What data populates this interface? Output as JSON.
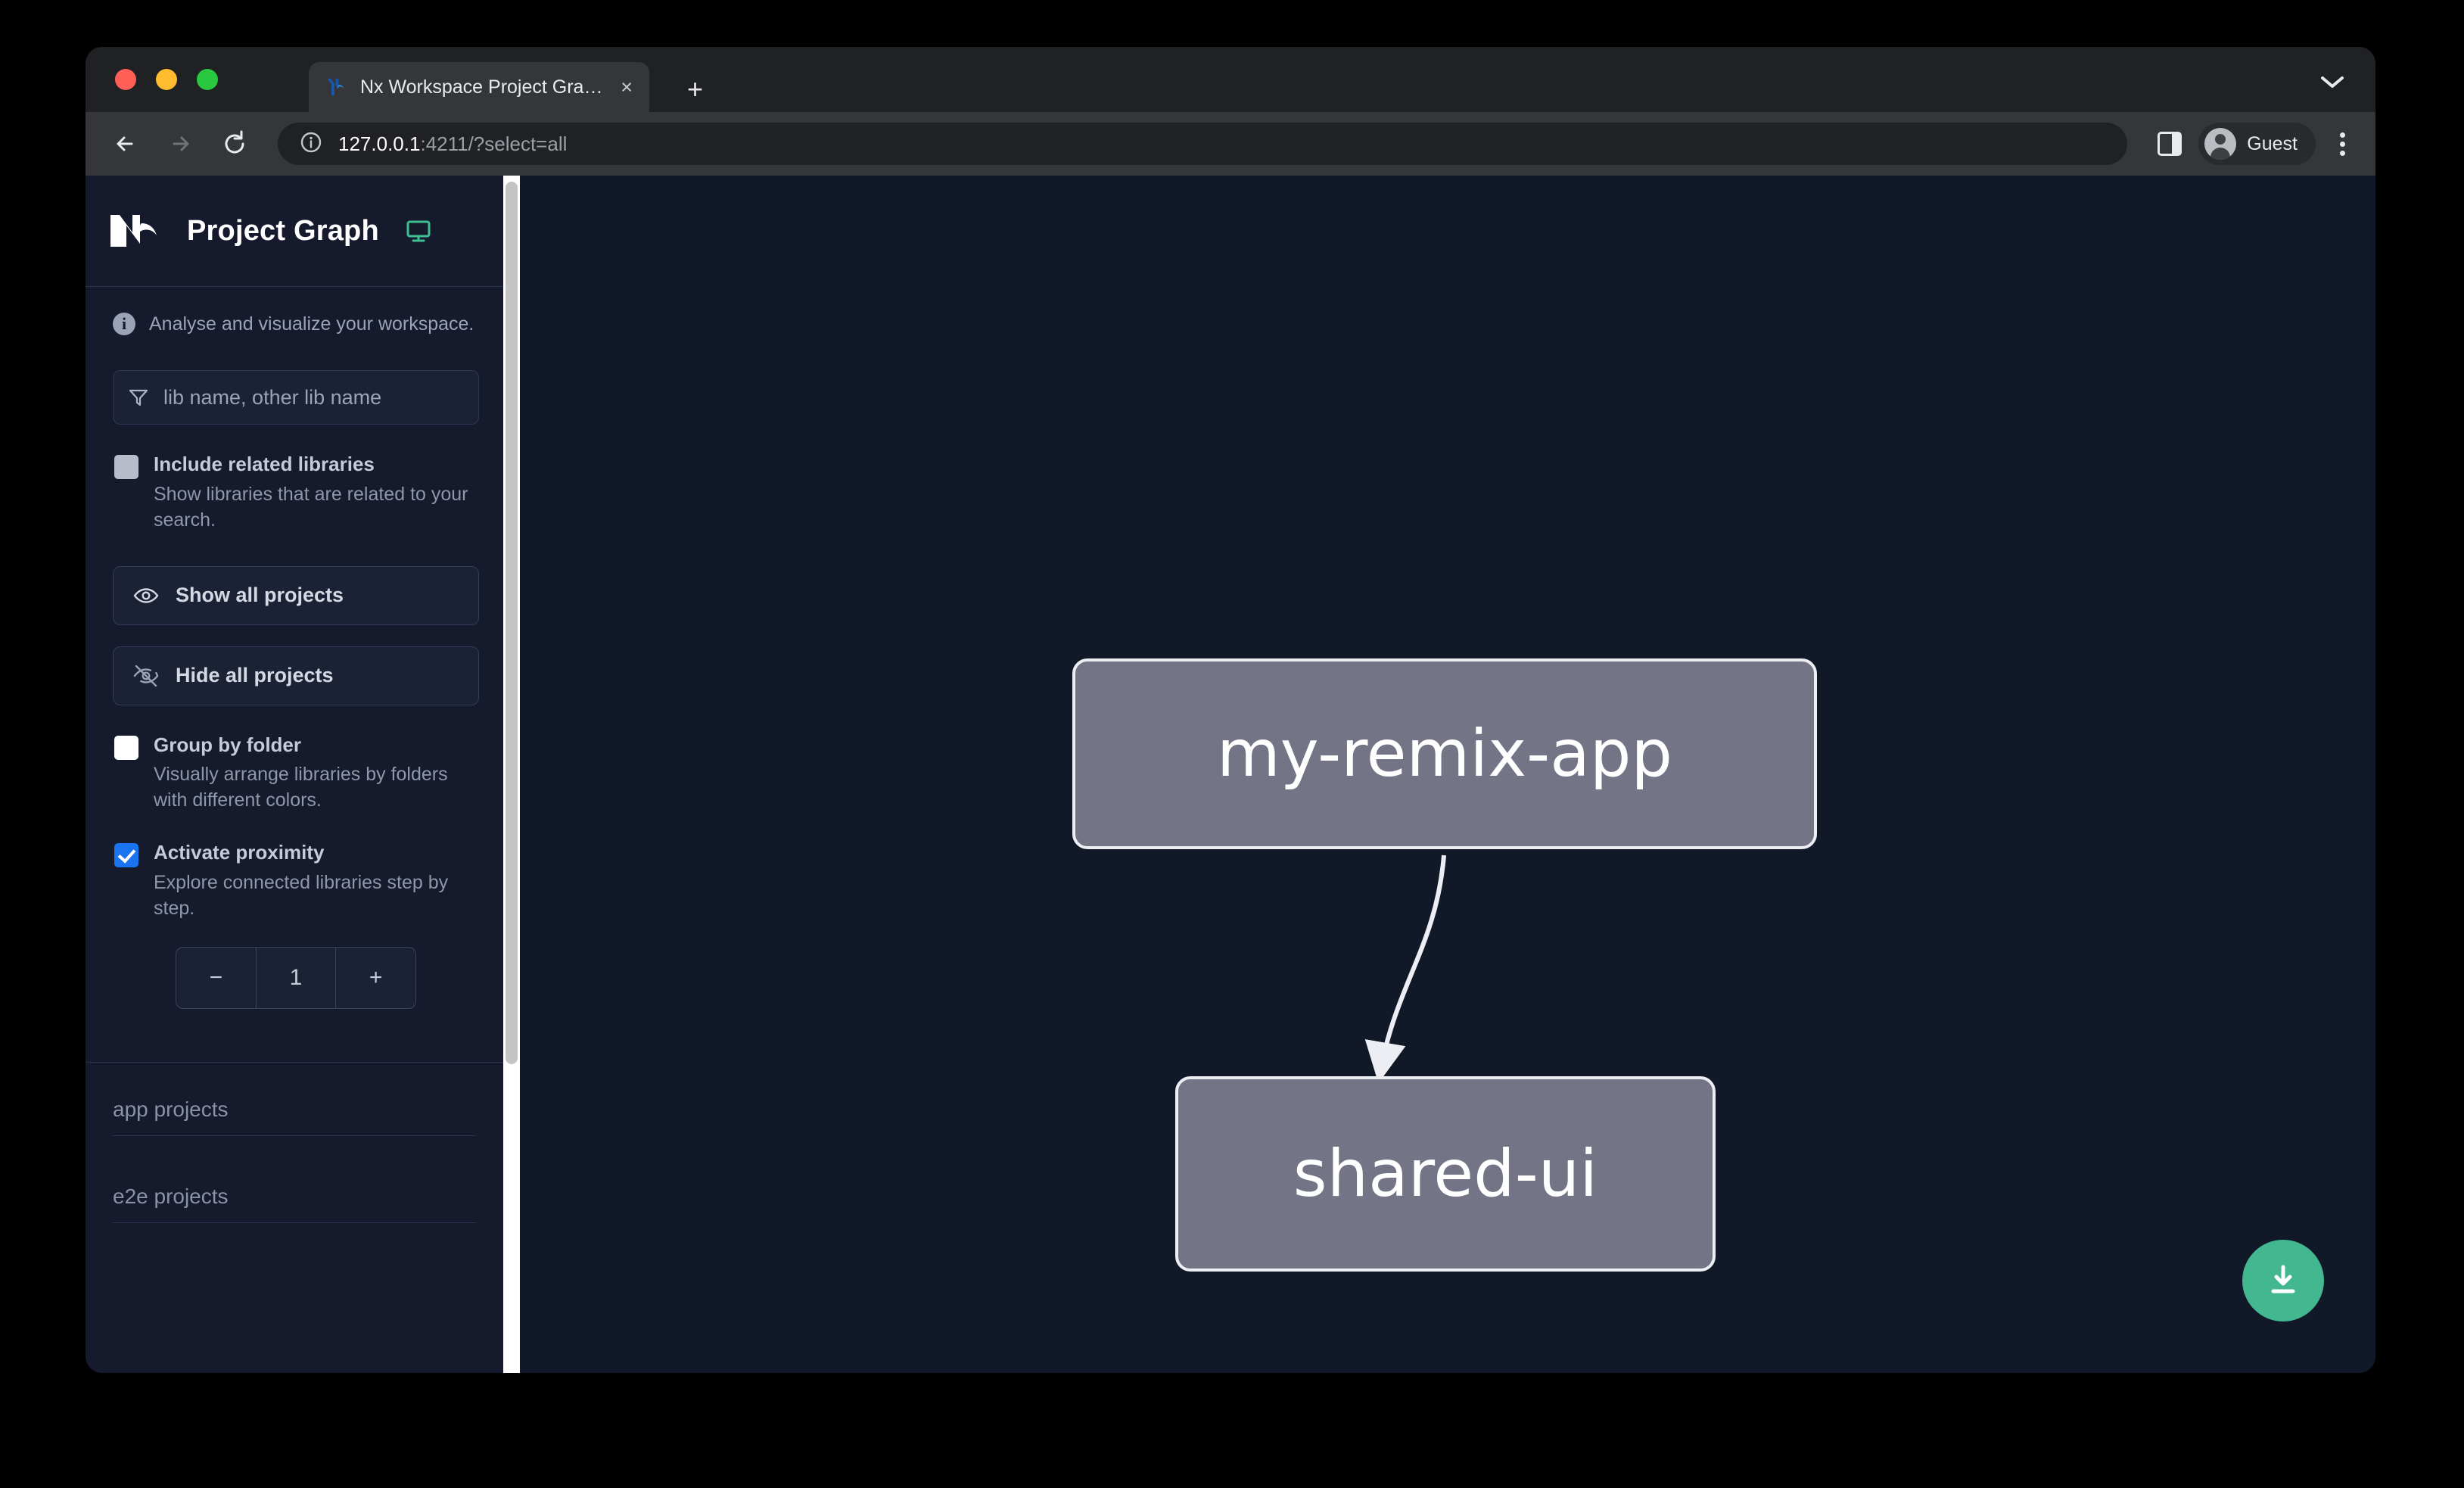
{
  "browser": {
    "tab": {
      "title": "Nx Workspace Project Graph",
      "favicon": "nx-logo-icon",
      "close": "×"
    },
    "new_tab_label": "+",
    "tab_search_icon": "chevron-down-icon",
    "toolbar": {
      "back_icon": "back-arrow-icon",
      "forward_icon": "forward-arrow-icon",
      "reload_icon": "reload-icon",
      "site_info_icon": "info-circle-icon",
      "url_host": "127.0.0.1",
      "url_rest": ":4211/?select=all",
      "side_panel_icon": "side-panel-icon",
      "profile_label": "Guest",
      "profile_icon": "person-avatar-icon",
      "menu_icon": "kebab-menu-icon"
    }
  },
  "sidebar": {
    "logo_icon": "nx-logo-icon",
    "title": "Project Graph",
    "monitor_icon": "monitor-icon",
    "tagline_icon": "info-icon",
    "tagline": "Analyse and visualize your workspace.",
    "search": {
      "icon": "funnel-filter-icon",
      "placeholder": "lib name, other lib name",
      "value": ""
    },
    "options": [
      {
        "key": "include_related",
        "label": "Include related libraries",
        "description": "Show libraries that are related to your search.",
        "checked": false,
        "state": "disabled"
      },
      {
        "key": "group_by_folder",
        "label": "Group by folder",
        "description": "Visually arrange libraries by folders with different colors.",
        "checked": false,
        "state": "enabled"
      },
      {
        "key": "activate_proximity",
        "label": "Activate proximity",
        "description": "Explore connected libraries step by step.",
        "checked": true,
        "state": "enabled"
      }
    ],
    "buttons": [
      {
        "key": "show_all",
        "icon": "eye-icon",
        "label": "Show all projects"
      },
      {
        "key": "hide_all",
        "icon": "eye-slash-icon",
        "label": "Hide all projects"
      }
    ],
    "stepper": {
      "decrement_label": "−",
      "value": "1",
      "increment_label": "+"
    },
    "sections": [
      {
        "key": "app_projects",
        "title": "app projects"
      },
      {
        "key": "e2e_projects",
        "title": "e2e projects"
      }
    ],
    "scrollbar": {
      "visible": true
    }
  },
  "graph": {
    "nodes": [
      {
        "id": "my-remix-app",
        "label": "my-remix-app",
        "type": "app"
      },
      {
        "id": "shared-ui",
        "label": "shared-ui",
        "type": "lib"
      }
    ],
    "edges": [
      {
        "from": "my-remix-app",
        "to": "shared-ui",
        "arrow": true
      }
    ],
    "download_button": {
      "icon": "download-icon",
      "color": "#43b78f"
    }
  },
  "colors": {
    "accent_green": "#43b78f",
    "checkbox_blue": "#1a73f0",
    "canvas_bg": "#111827",
    "sidebar_bg": "#151a2d",
    "node_fill": "#737587",
    "node_border": "#eceef3"
  }
}
